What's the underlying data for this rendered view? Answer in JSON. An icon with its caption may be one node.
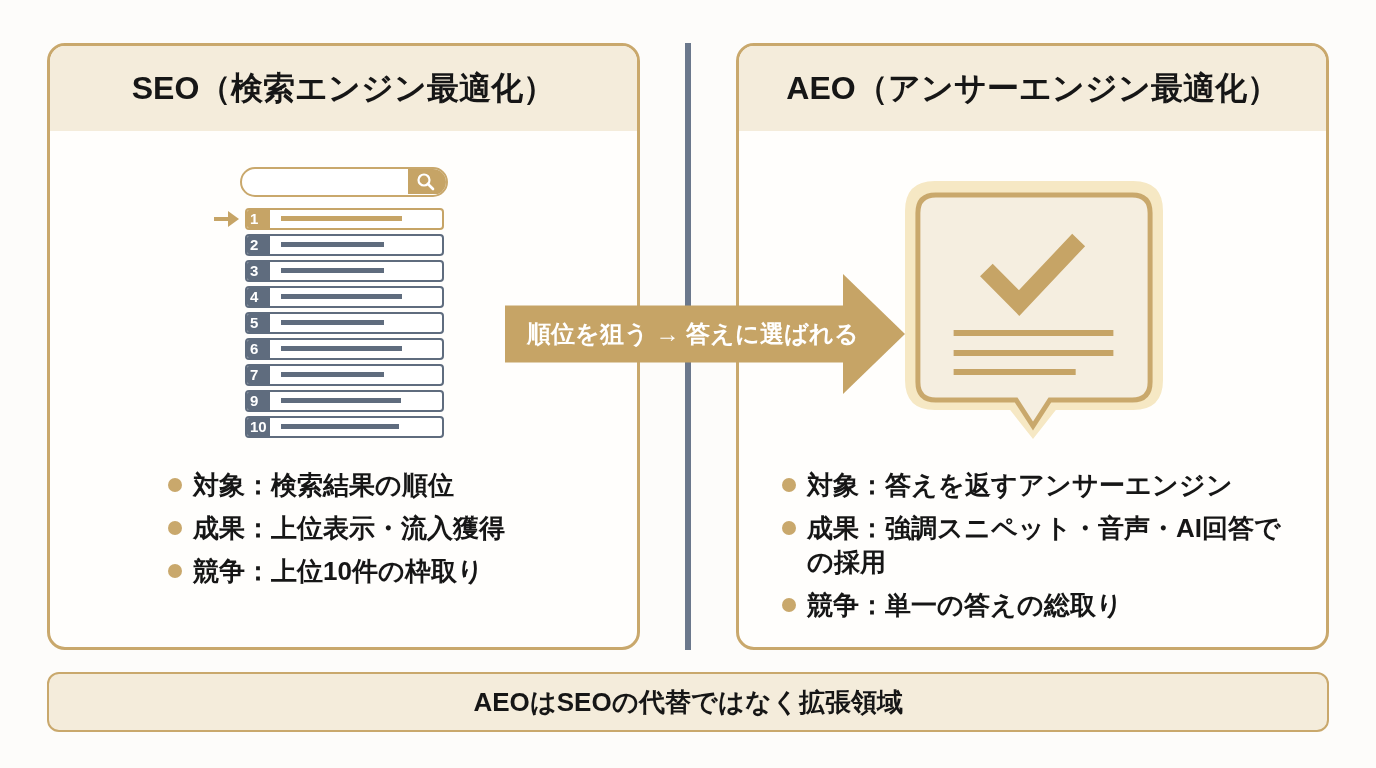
{
  "diagram": {
    "nodes": [
      {
        "text": [
          "SEO（検索エンジン最適化）",
          "対象：検索結果の順位",
          "成果：上位表示・流入獲得",
          "競争：上位10件の枠取り"
        ]
      },
      {
        "text": [
          "1"
        ],
        "in": 0
      },
      {
        "text": [
          "2"
        ],
        "in": 0
      },
      {
        "text": [
          "3"
        ],
        "in": 0
      },
      {
        "text": [
          "4"
        ],
        "in": 0
      },
      {
        "text": [
          "5"
        ],
        "in": 0
      },
      {
        "text": [
          "6"
        ],
        "in": 0
      },
      {
        "text": [
          "7"
        ],
        "in": 0
      },
      {
        "text": [
          "9"
        ],
        "in": 0
      },
      {
        "text": [
          "10"
        ],
        "in": 0
      },
      {
        "text": [
          "AEO（アンサーエンジン最適化）",
          "対象：答えを返すアンサーエンジン",
          "成果：強調スニペット・音声・AI回答での採用",
          "競争：単一の答えの総取り"
        ]
      },
      {
        "text": [],
        "shape": "picture",
        "in": 10
      },
      {
        "text": [
          "AEOはSEOの代替ではなく拡張領域"
        ]
      }
    ],
    "edges": [
      {
        "from": null,
        "to": 11,
        "arrow": "to",
        "label": "順位を狙う → 答えに選ばれる",
        "style": "thick"
      },
      {
        "from": null,
        "to": 1,
        "arrow": "to"
      }
    ]
  }
}
